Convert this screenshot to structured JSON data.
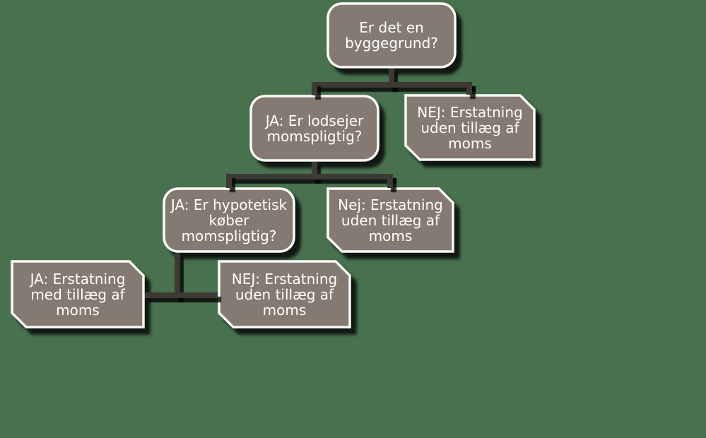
{
  "diagram": {
    "language": "da",
    "nodes": [
      {
        "id": "q1",
        "shape": "rounded-rectangle",
        "role": "question",
        "label": "Er det en\nbyggegrund?"
      },
      {
        "id": "q2",
        "shape": "rounded-rectangle",
        "role": "question",
        "label": "JA: Er lodsejer\nmomspligtig?"
      },
      {
        "id": "a1",
        "shape": "snip-corner-rectangle",
        "role": "answer",
        "label": "NEJ: Erstatning\nuden tillæg af\nmoms"
      },
      {
        "id": "q3",
        "shape": "rounded-rectangle",
        "role": "question",
        "label": "JA: Er hypotetisk\nkøber\nmomspligtig?"
      },
      {
        "id": "a2",
        "shape": "snip-corner-rectangle",
        "role": "answer",
        "label": "Nej: Erstatning\nuden tillæg af\nmoms"
      },
      {
        "id": "a3",
        "shape": "snip-corner-rectangle",
        "role": "answer",
        "label": "JA: Erstatning\nmed tillæg af\nmoms"
      },
      {
        "id": "a4",
        "shape": "snip-corner-rectangle",
        "role": "answer",
        "label": "NEJ: Erstatning\nuden tillæg af\nmoms"
      }
    ],
    "edges": [
      {
        "from": "q1",
        "to": "q2"
      },
      {
        "from": "q1",
        "to": "a1"
      },
      {
        "from": "q2",
        "to": "q3"
      },
      {
        "from": "q2",
        "to": "a2"
      },
      {
        "from": "q3",
        "to": "a3"
      },
      {
        "from": "q3",
        "to": "a4"
      }
    ]
  },
  "colors": {
    "bg": "#48724F",
    "box_fill": "#847A71",
    "box_border": "#FBFAF8",
    "text": "#FFFFFF",
    "line": "#3F3933"
  }
}
